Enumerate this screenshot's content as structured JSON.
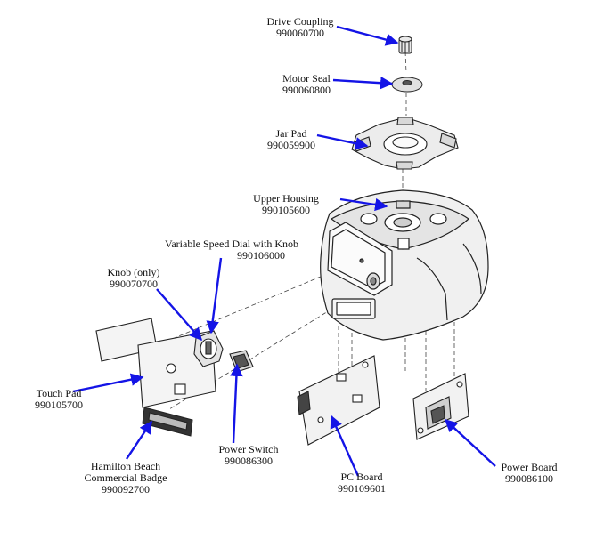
{
  "colors": {
    "arrow": "#1414e6",
    "line": "#222222",
    "fill": "#e9e9e9"
  },
  "labels": {
    "drive_coupling": {
      "name": "Drive Coupling",
      "part": "990060700"
    },
    "motor_seal": {
      "name": "Motor Seal",
      "part": "990060800"
    },
    "jar_pad": {
      "name": "Jar Pad",
      "part": "990059900"
    },
    "upper_housing": {
      "name": "Upper Housing",
      "part": "990105600"
    },
    "variable_speed_dial": {
      "name": "Variable Speed Dial with Knob",
      "part": "990106000"
    },
    "knob_only": {
      "name": "Knob (only)",
      "part": "990070700"
    },
    "touch_pad": {
      "name": "Touch Pad",
      "part": "990105700"
    },
    "power_switch": {
      "name": "Power Switch",
      "part": "990086300"
    },
    "badge": {
      "name1": "Hamilton Beach",
      "name2": "Commercial Badge",
      "part": "990092700"
    },
    "pc_board": {
      "name": "PC Board",
      "part": "990109601"
    },
    "power_board": {
      "name": "Power Board",
      "part": "990086100"
    }
  }
}
